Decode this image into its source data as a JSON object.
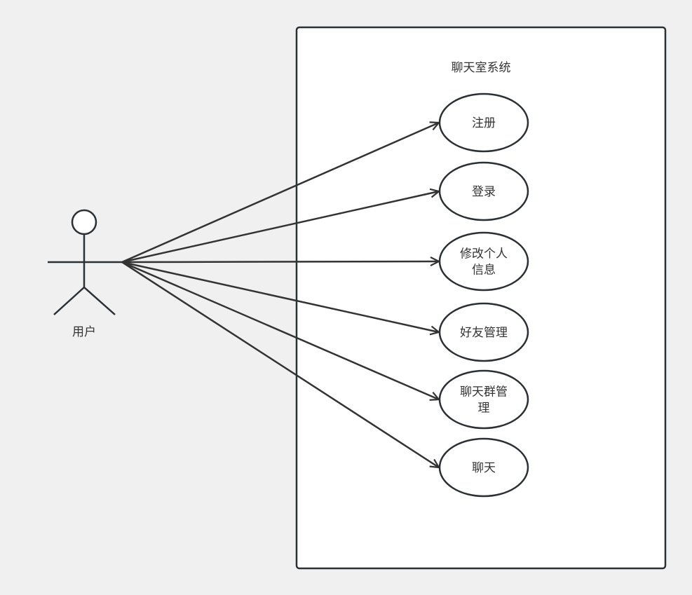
{
  "system": {
    "title": "聊天室系统"
  },
  "actor": {
    "label": "用户"
  },
  "use_cases": [
    {
      "lines": [
        "注册"
      ]
    },
    {
      "lines": [
        "登录"
      ]
    },
    {
      "lines": [
        "修改个人",
        "信息"
      ]
    },
    {
      "lines": [
        "好友管理"
      ]
    },
    {
      "lines": [
        "聊天群管",
        "理"
      ]
    },
    {
      "lines": [
        "聊天"
      ]
    }
  ],
  "colors": {
    "stroke": "#2b3035",
    "background": "#f0f0f0",
    "box": "#ffffff"
  }
}
